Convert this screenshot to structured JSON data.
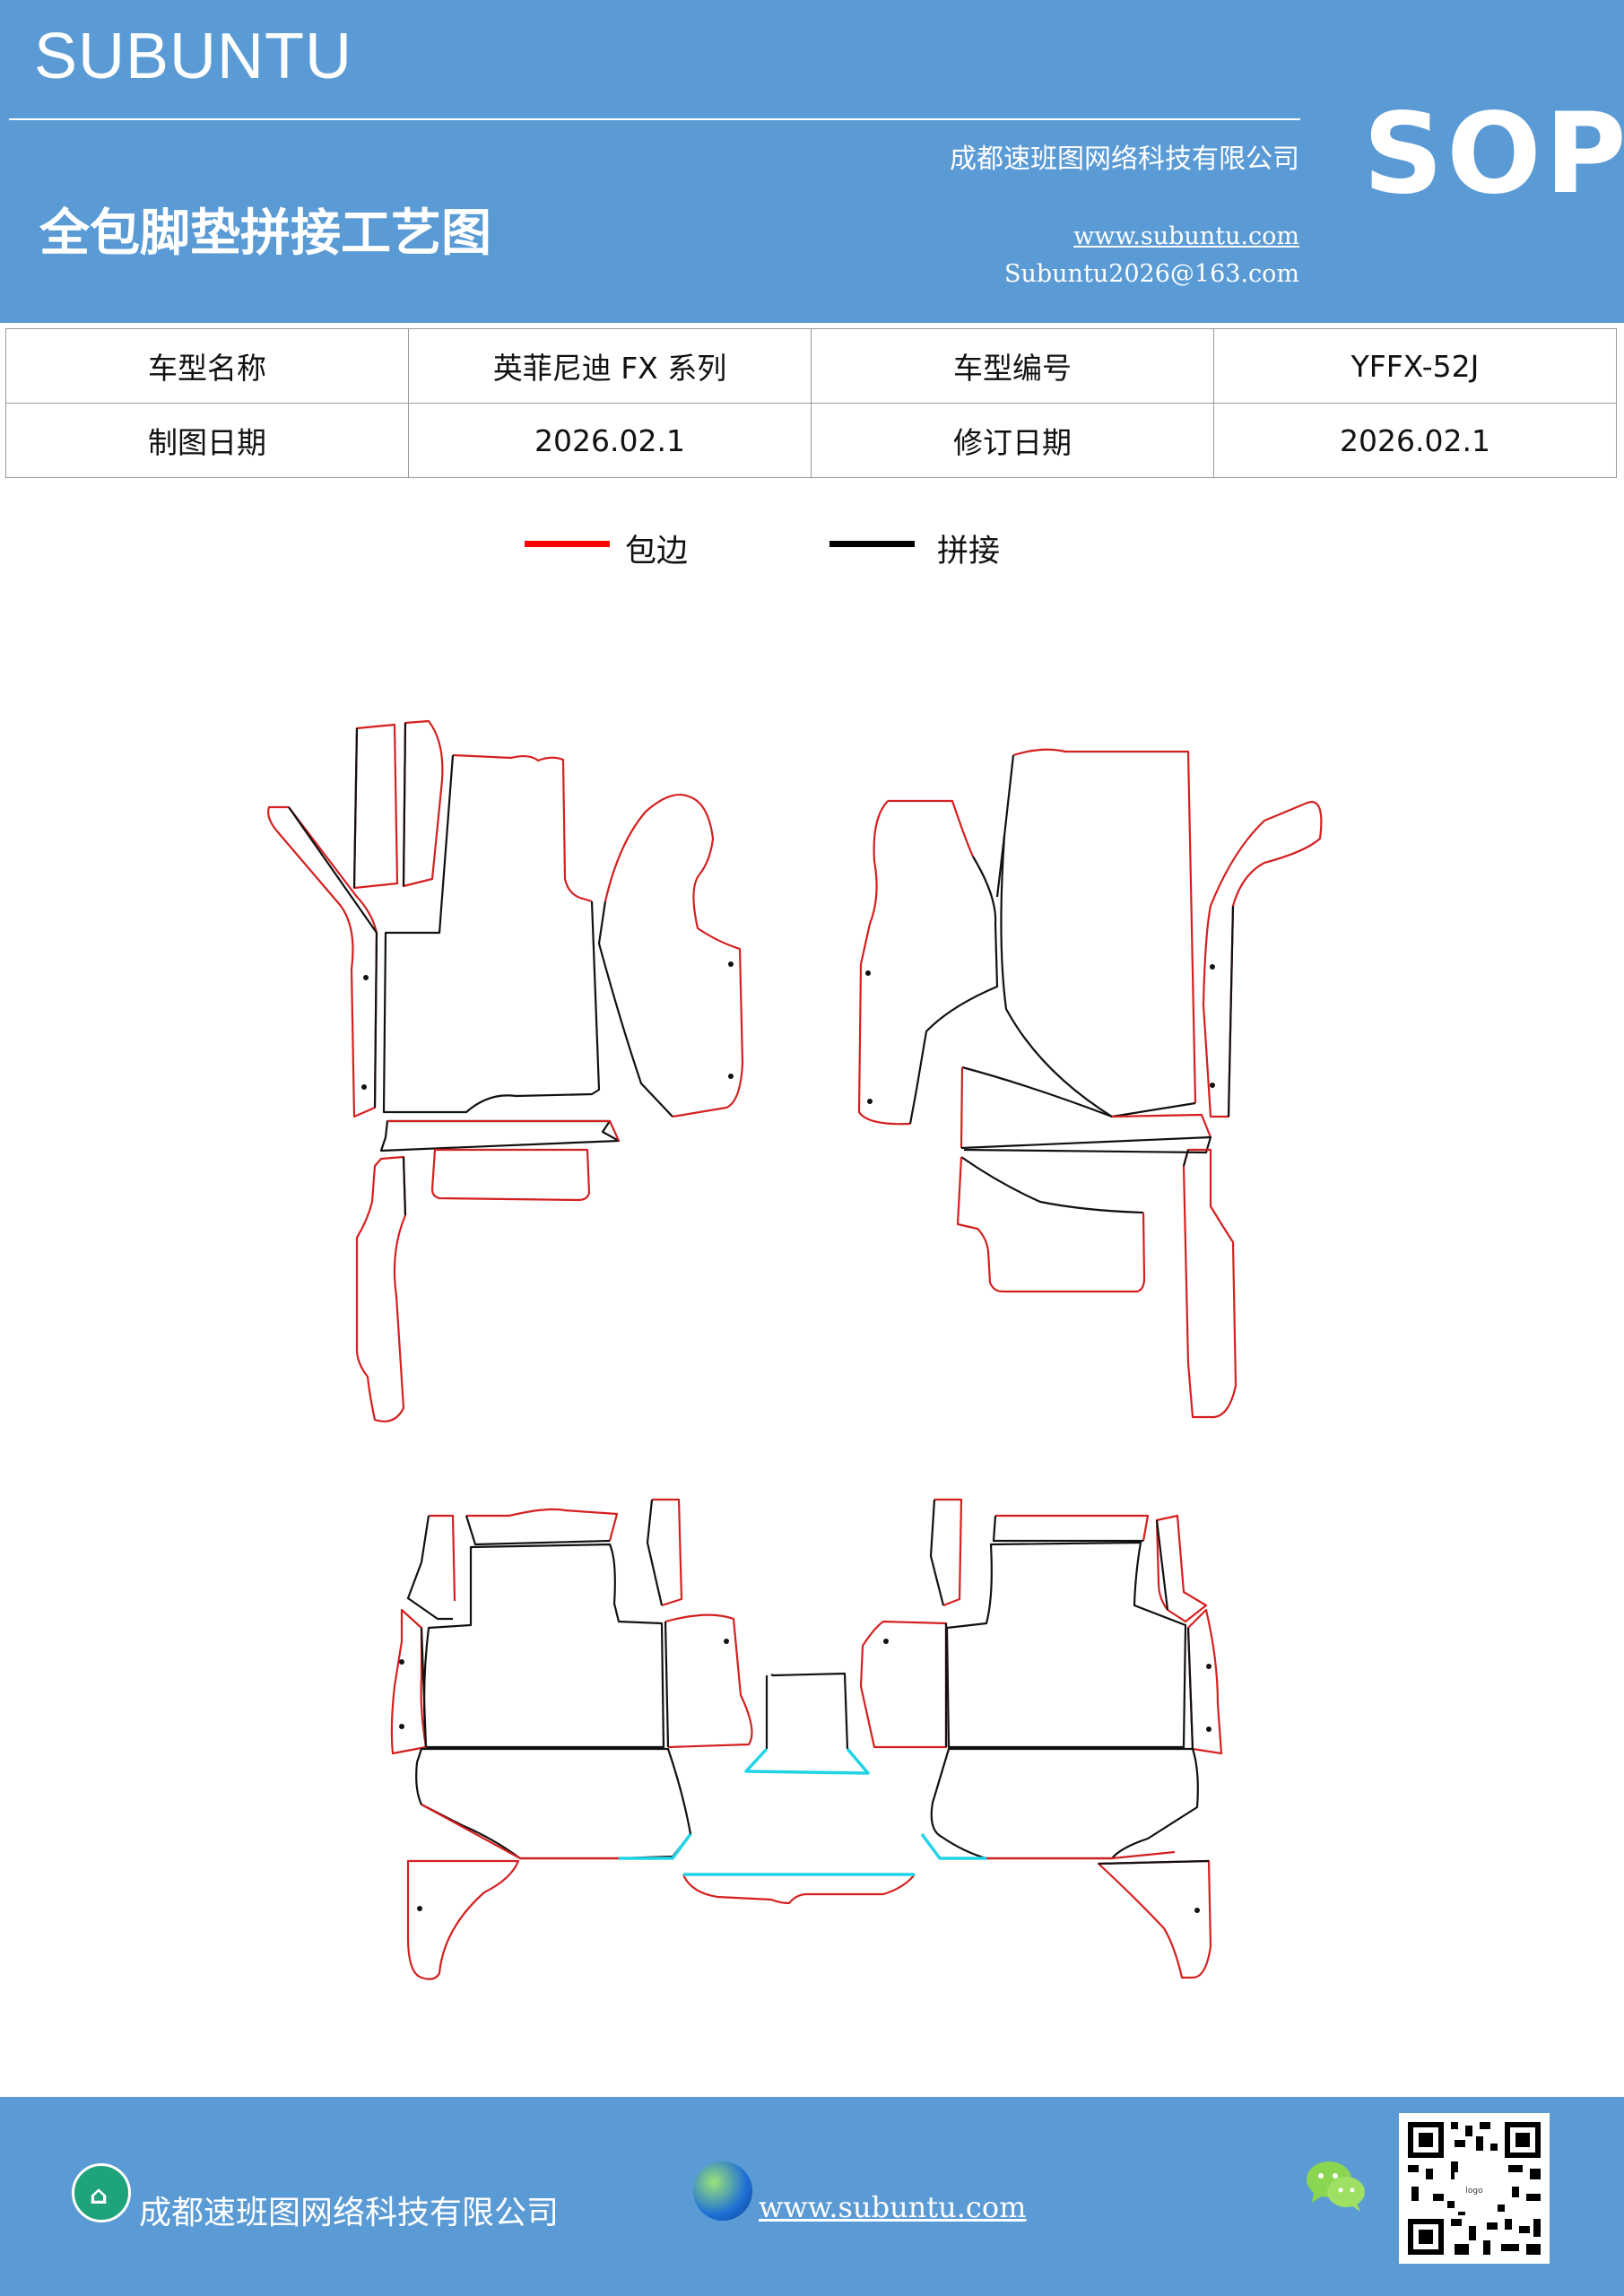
{
  "header": {
    "brand": "SUBUNTU",
    "company": "成都速班图网络科技有限公司",
    "sop": "SOP",
    "title": "全包脚垫拼接工艺图",
    "website": "www.subuntu.com",
    "email": "Subuntu2026@163.com"
  },
  "info_table": {
    "rows": [
      [
        "车型名称",
        "英菲尼迪 FX 系列",
        "车型编号",
        "YFFX-52J"
      ],
      [
        "制图日期",
        "2026.02.1",
        "修订日期",
        "2026.02.1"
      ]
    ]
  },
  "legend": [
    {
      "label": "包边",
      "color": "#ff0000"
    },
    {
      "label": "拼接",
      "color": "#000000"
    }
  ],
  "colors": {
    "edge": "#d42020",
    "seam": "#111111",
    "accent": "#22d3e6",
    "brand": "#5b9bd5"
  },
  "footer": {
    "company": "成都速班图网络科技有限公司",
    "website": "www.subuntu.com ",
    "icons": [
      "building-icon",
      "globe-icon",
      "wechat-icon",
      "qr-code"
    ]
  }
}
